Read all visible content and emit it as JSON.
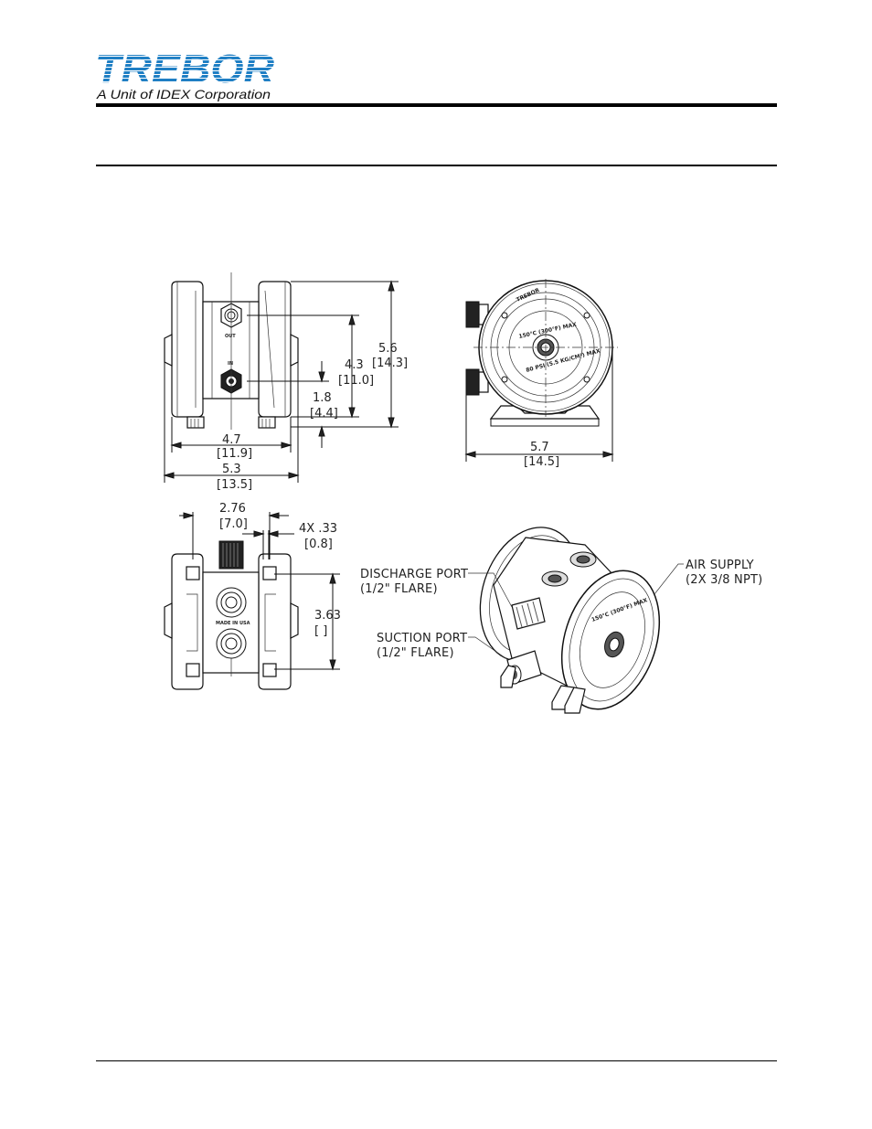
{
  "header": {
    "logo_text": "TREBOR",
    "tagline": "A Unit of IDEX Corporation",
    "brand_color": "#1f7fc4"
  },
  "views": {
    "front": {
      "height_inch": "5.6",
      "height_mm": "[14.3]",
      "port_spacing_inch": "4.3",
      "port_spacing_mm": "[11.0]",
      "inlet_height_inch": "1.8",
      "inlet_height_mm": "[4.4]",
      "inner_width_inch": "4.7",
      "inner_width_mm": "[11.9]",
      "outer_width_inch": "5.3",
      "outer_width_mm": "[13.5]",
      "out_label": "OUT",
      "in_label": "IN"
    },
    "side": {
      "width_inch": "5.7",
      "width_mm": "[14.5]",
      "ring_text_top": "TREBOR",
      "ring_text_temp": "150°C (300°F) MAX",
      "ring_text_psi": "80 PSI (5.5 KG/CM²) MAX"
    },
    "bottom": {
      "center_spacing_inch": "2.76",
      "center_spacing_mm": "[7.0]",
      "hole_inch": "4X .33",
      "hole_mm": "[0.8]",
      "port_offset_inch": "3.63",
      "port_offset_mm": "[   ]",
      "made_in": "MADE IN USA"
    },
    "iso": {
      "discharge_label": "DISCHARGE PORT",
      "discharge_spec": "(1/2\" FLARE)",
      "suction_label": "SUCTION PORT",
      "suction_spec": "(1/2\" FLARE)",
      "air_label": "AIR SUPPLY",
      "air_spec": "(2X 3/8 NPT)"
    }
  }
}
